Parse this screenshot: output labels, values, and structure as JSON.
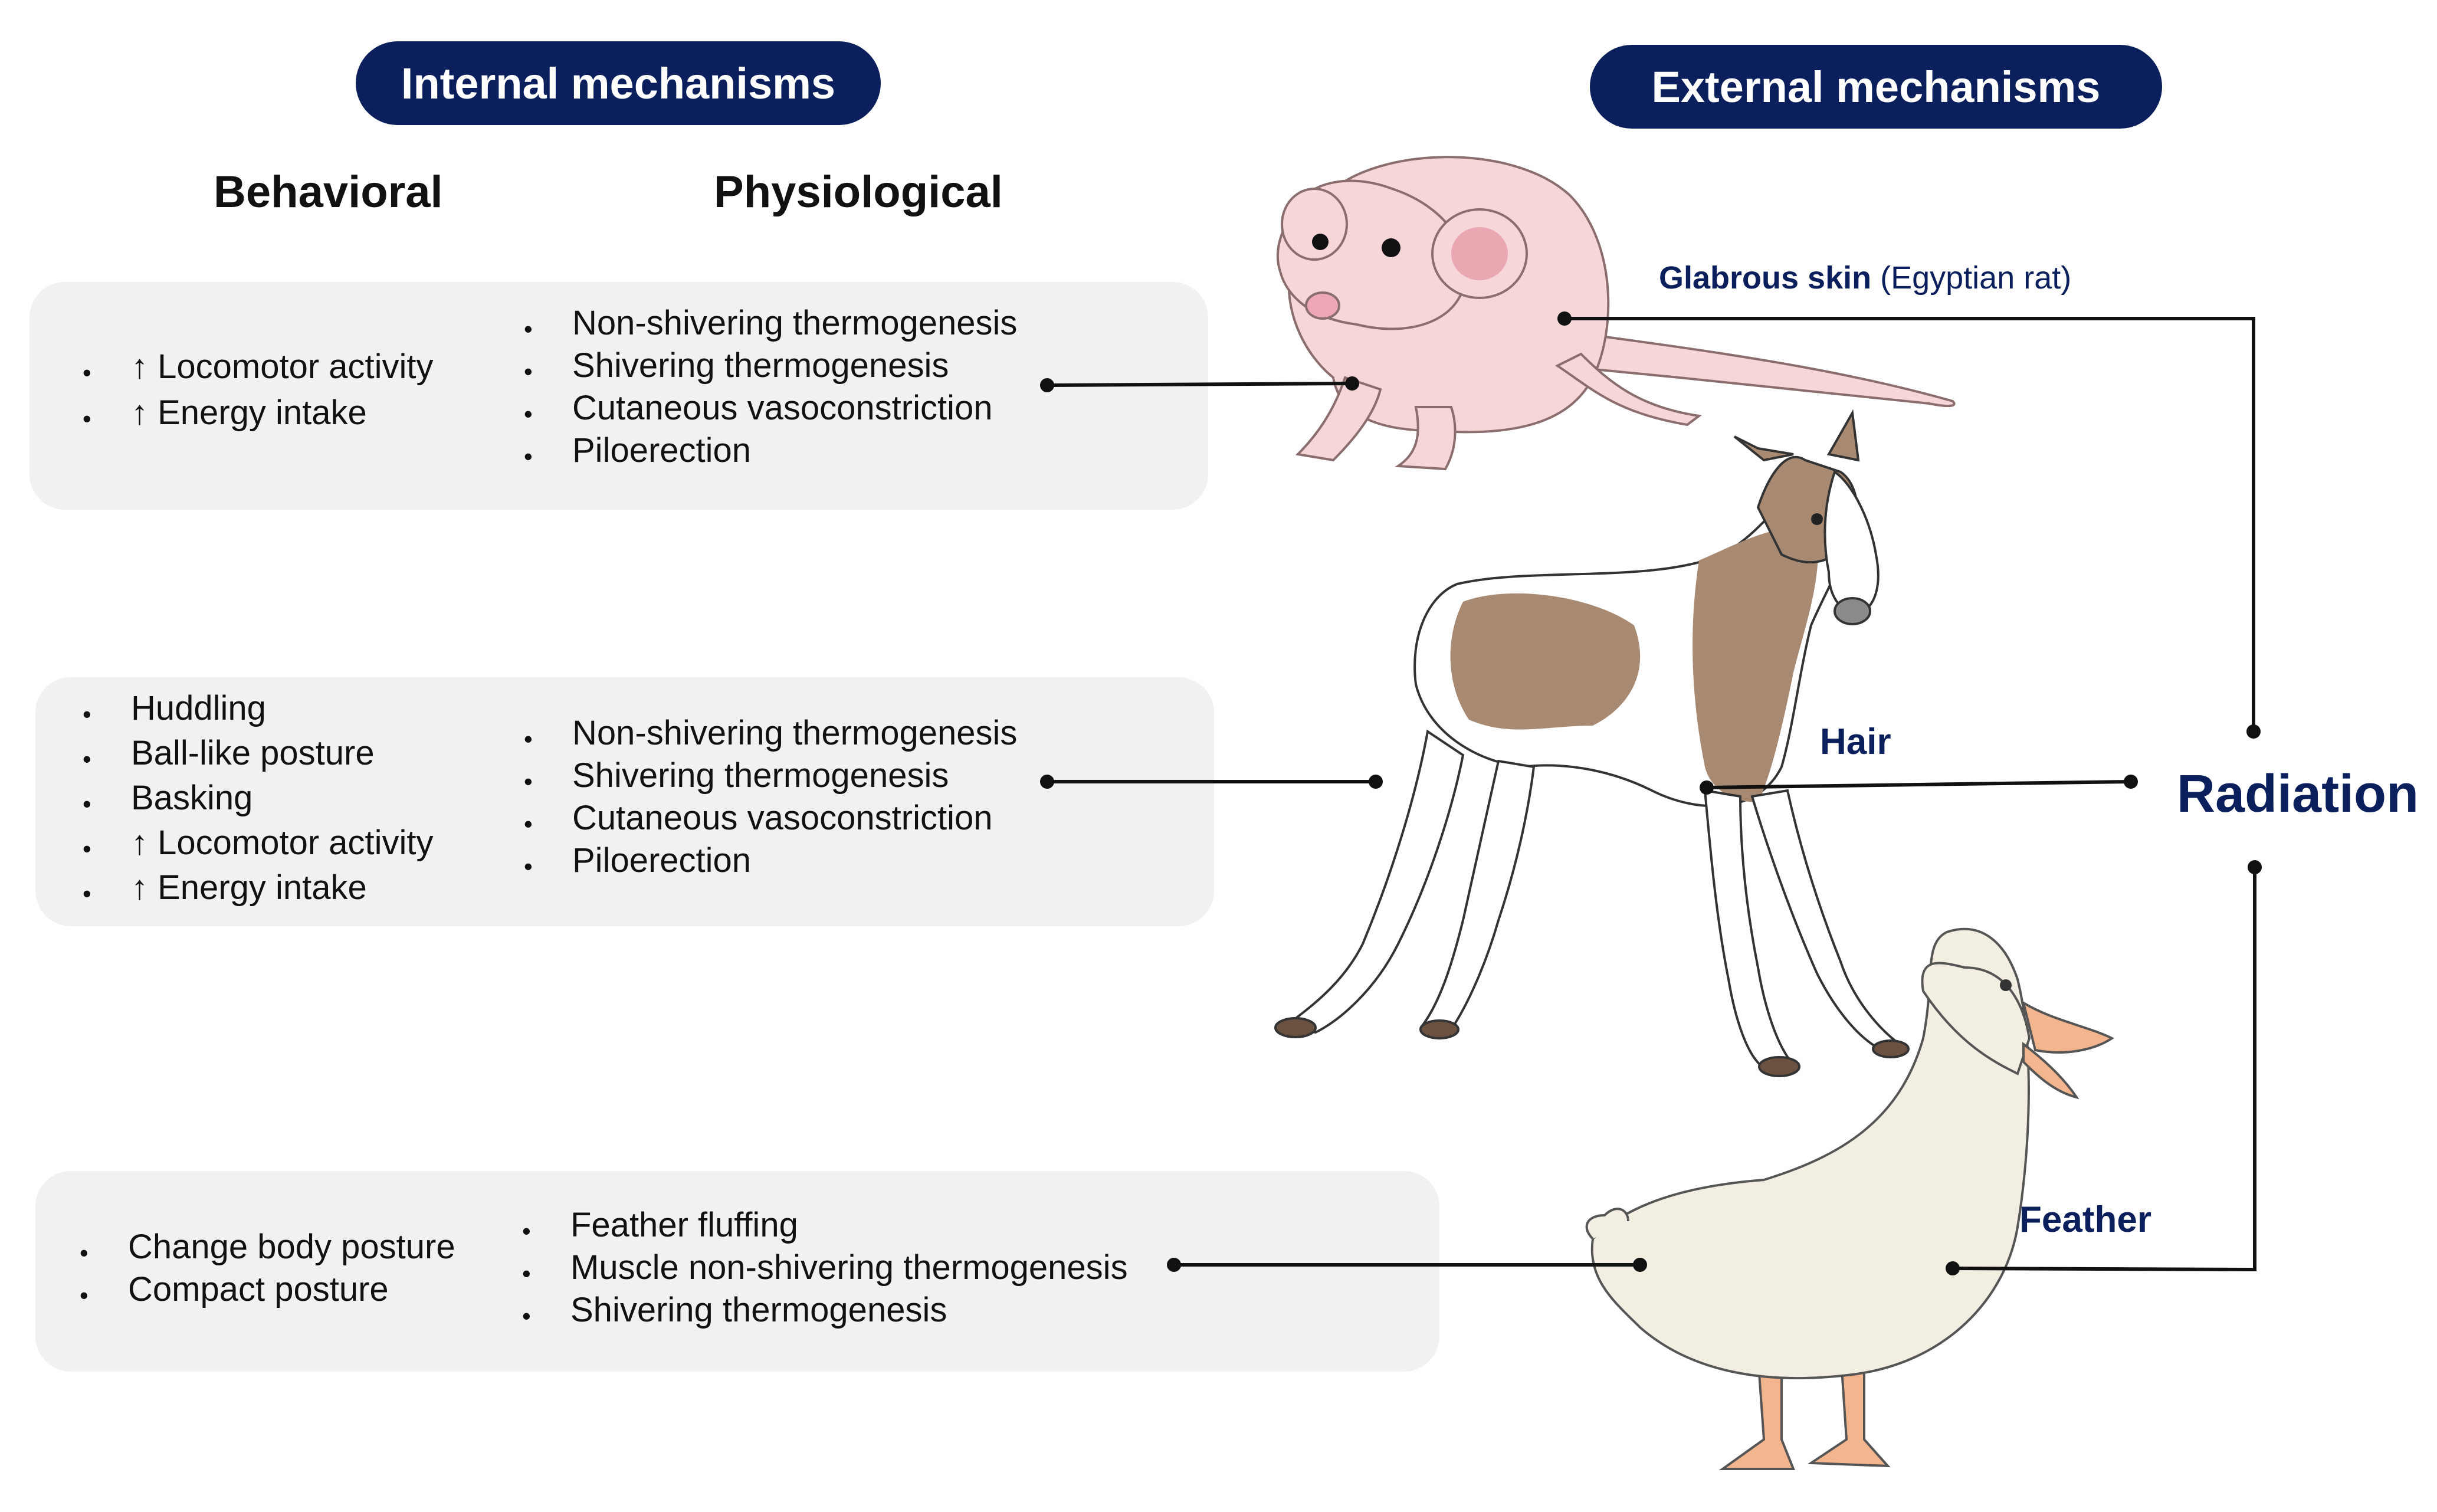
{
  "internal_title": "Internal mechanisms",
  "external_title": "External mechanisms",
  "behavioral_header": "Behavioral",
  "physiological_header": "Physiological",
  "rat": {
    "behavioral": [
      "↑ Locomotor activity",
      "↑ Energy intake"
    ],
    "physiological": [
      "Non-shivering thermogenesis",
      "Shivering thermogenesis",
      "Cutaneous vasoconstriction",
      "Piloerection"
    ],
    "label_bold": "Glabrous skin",
    "label_rest": " (Egyptian rat)"
  },
  "horse": {
    "behavioral": [
      "Huddling",
      "Ball-like posture",
      "Basking",
      "↑ Locomotor activity",
      "↑ Energy intake"
    ],
    "physiological": [
      "Non-shivering thermogenesis",
      "Shivering thermogenesis",
      "Cutaneous vasoconstriction",
      "Piloerection"
    ],
    "label": "Hair"
  },
  "duck": {
    "behavioral": [
      "Change body posture",
      "Compact posture"
    ],
    "physiological": [
      "Feather fluffing",
      "Muscle non-shivering thermogenesis",
      "Shivering thermogenesis"
    ],
    "label": "Feather"
  },
  "radiation_label": "Radiation",
  "colors": {
    "navy": "#0b1f5c",
    "panel": "#f1f1f1",
    "rat_skin": "#f6d6d8",
    "horse_brown": "#a88a72",
    "duck_body": "#f2eee2",
    "duck_beak": "#f2b58d"
  }
}
